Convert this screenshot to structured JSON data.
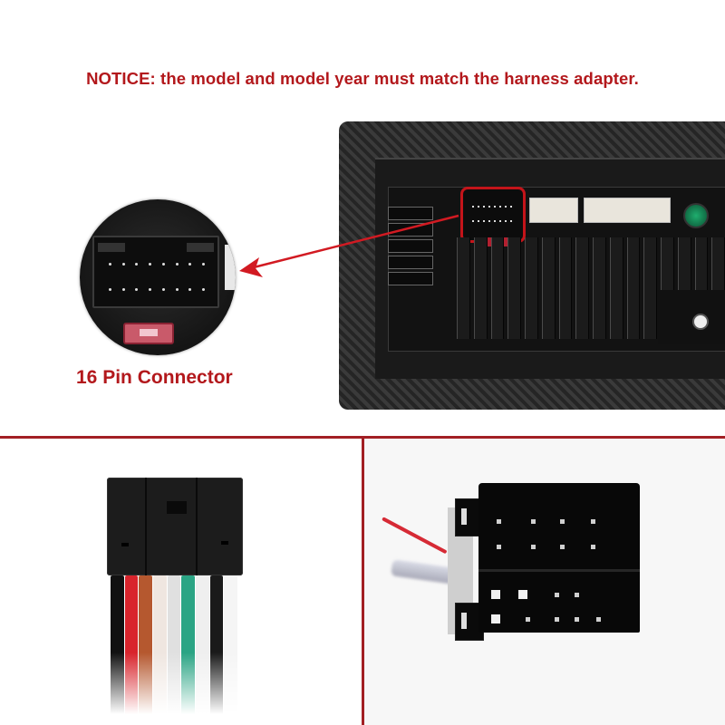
{
  "notice": {
    "text": "NOTICE: the model and model year must match the harness adapter.",
    "color": "#b3181c"
  },
  "callout": {
    "label": "16 Pin Connector",
    "color": "#b3181c",
    "highlight_color": "#c4141a"
  },
  "panels": {
    "top_right": "head-unit-rear-view",
    "zoom_circle": "16-pin-connector-closeup",
    "bottom_left": "16-pin-harness-plug-with-wires",
    "bottom_right": "iso-connector-adapter"
  },
  "divider_color": "#a21f24",
  "wire_colors": [
    "#111111",
    "#d8242c",
    "#b5582f",
    "#efe6e0",
    "#e0e0e0",
    "#cfcfcf",
    "#2aa484",
    "#efefef",
    "#1a1a1a",
    "#f5f5f5"
  ]
}
